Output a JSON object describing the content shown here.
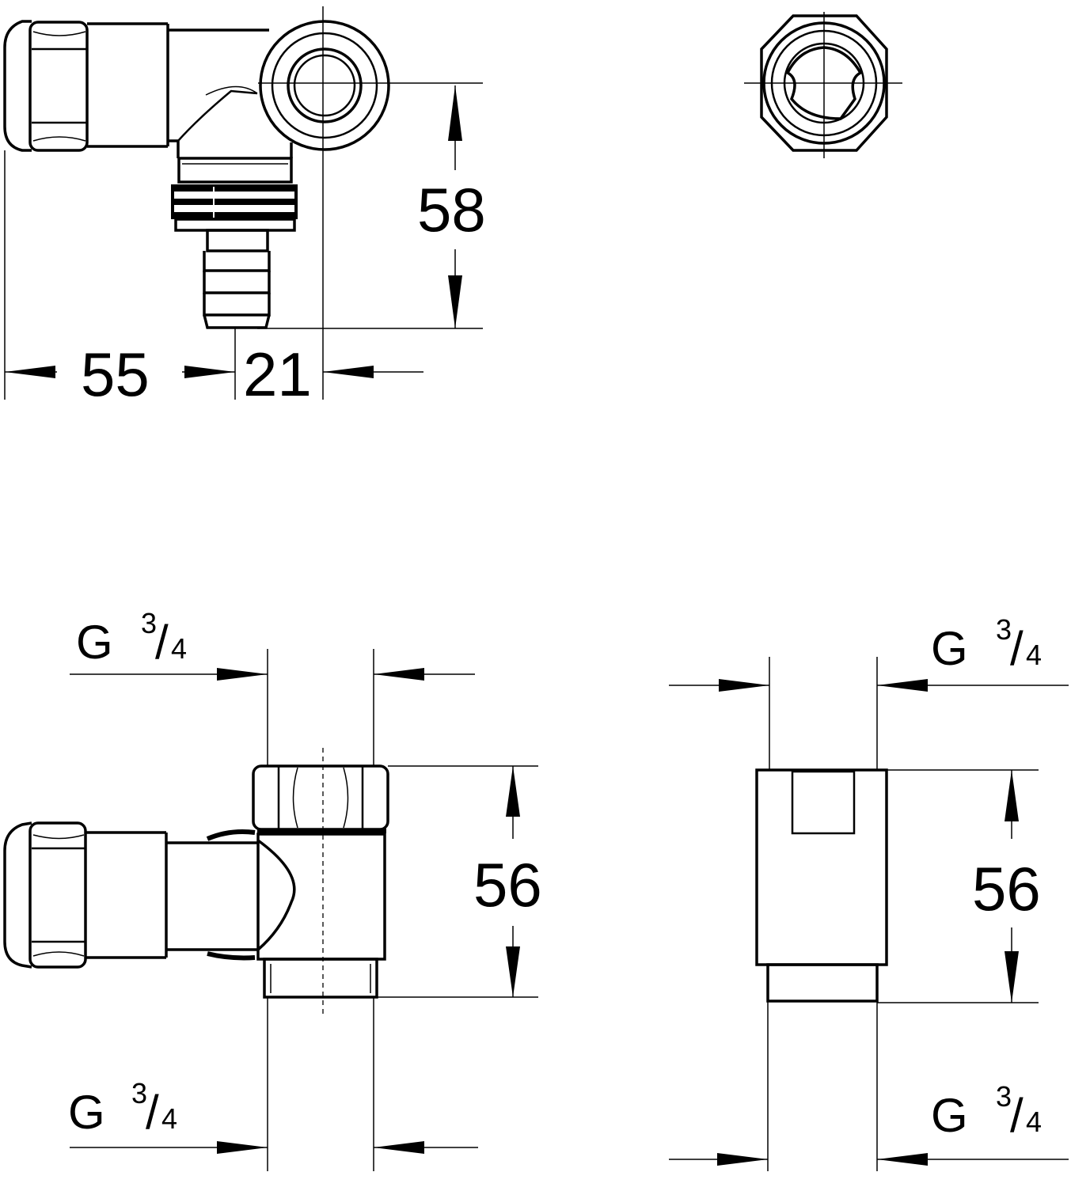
{
  "drawing": {
    "views": {
      "top_left": {
        "dim_width_left": "55",
        "dim_width_right": "21",
        "dim_height": "58"
      },
      "top_right": {},
      "bottom_left": {
        "dim_height": "56",
        "thread_top": {
          "letter": "G",
          "numerator": "3",
          "slash": "/",
          "denominator": "4"
        },
        "thread_bottom": {
          "letter": "G",
          "numerator": "3",
          "slash": "/",
          "denominator": "4"
        }
      },
      "bottom_right": {
        "dim_height": "56",
        "thread_top": {
          "letter": "G",
          "numerator": "3",
          "slash": "/",
          "denominator": "4"
        },
        "thread_bottom": {
          "letter": "G",
          "numerator": "3",
          "slash": "/",
          "denominator": "4"
        }
      }
    }
  }
}
